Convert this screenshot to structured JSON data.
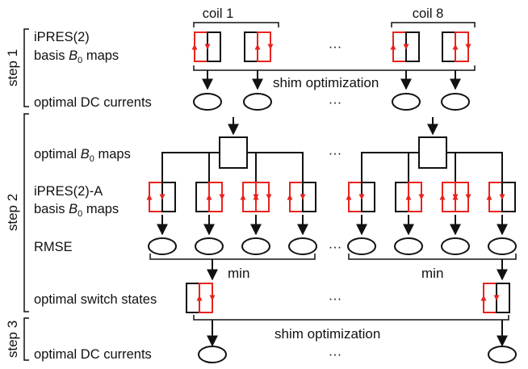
{
  "coil_headers": [
    "coil 1",
    "coil 8"
  ],
  "ellipsis": "···",
  "steps": [
    "step 1",
    "step 2",
    "step 3"
  ],
  "labels": {
    "ipres_l1": "iPRES(2)",
    "ipres_l2a": "basis ",
    "ipres_l2b": "B",
    "ipres_l2c": "0",
    "ipres_l2d": " maps",
    "dc1": "optimal DC currents",
    "b0_a": "optimal ",
    "b0_b": "B",
    "b0_c": "0",
    "b0_d": " maps",
    "ipresA_l1": "iPRES(2)-A",
    "ipresA_l2a": "basis ",
    "ipresA_l2b": "B",
    "ipresA_l2c": "0",
    "ipresA_l2d": " maps",
    "rmse": "RMSE",
    "switch": "optimal switch states",
    "dc3": "optimal DC currents"
  },
  "notes": {
    "shim1": "shim optimization",
    "min": "min",
    "shim3": "shim optimization"
  },
  "colors": {
    "red": "#e8231e",
    "black": "#111111"
  }
}
